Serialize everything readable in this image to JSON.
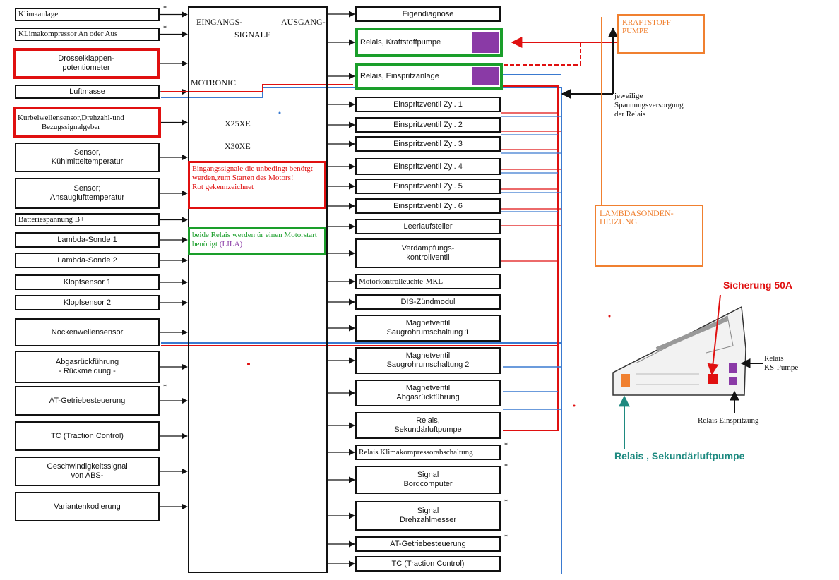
{
  "inputs": [
    {
      "label": "Klimaanlage",
      "star": true
    },
    {
      "label": "KLimakompressor An oder Aus",
      "star": true
    },
    {
      "label": "Drosselklappen-\npotentiometer"
    },
    {
      "label": "Luftmasse"
    },
    {
      "label": "Kurbelwellensensor,Drehzahl-und\nBezugssignalgeber"
    },
    {
      "label": "Sensor,\nKühlmitteltemperatur"
    },
    {
      "label": "Sensor;\nAnsauglufttemperatur"
    },
    {
      "label": "Batteriespannung B+"
    },
    {
      "label": "Lambda-Sonde 1"
    },
    {
      "label": "Lambda-Sonde 2"
    },
    {
      "label": "Klopfsensor 1"
    },
    {
      "label": "Klopfsensor 2"
    },
    {
      "label": "Nockenwellensensor"
    },
    {
      "label": "Abgasrückführung\n- Rückmeldung -"
    },
    {
      "label": "AT-Getriebesteuerung",
      "star": true
    },
    {
      "label": "TC (Traction Control)"
    },
    {
      "label": "Geschwindigkeitssignal\nvon ABS-"
    },
    {
      "label": "Variantenkodierung"
    }
  ],
  "outputs": [
    {
      "label": "Eigendiagnose"
    },
    {
      "label": "Relais, Kraftstoffpumpe"
    },
    {
      "label": "Relais, Einspritzanlage"
    },
    {
      "label": "Einspritzventil Zyl. 1"
    },
    {
      "label": "Einspritzventil Zyl. 2"
    },
    {
      "label": "Einspritzventil Zyl. 3"
    },
    {
      "label": "Einspritzventil Zyl. 4"
    },
    {
      "label": "Einspritzventil Zyl. 5"
    },
    {
      "label": "Einspritzventil Zyl. 6"
    },
    {
      "label": "Leerlaufsteller"
    },
    {
      "label": "Verdampfungs-\nkontrollventil"
    },
    {
      "label": "Motorkontrolleuchte-MKL"
    },
    {
      "label": "DIS-Zündmodul"
    },
    {
      "label": "Magnetventil\nSaugrohrumschaltung 1"
    },
    {
      "label": "Magnetventil\nSaugrohrumschaltung 2"
    },
    {
      "label": "Magnetventil\nAbgasrückführung"
    },
    {
      "label": "Relais,\nSekundärluftpumpe"
    },
    {
      "label": "Relais Klimakompressorabschaltung",
      "star": true
    },
    {
      "label": "Signal\nBordcomputer",
      "star": true
    },
    {
      "label": "Signal\nDrehzahlmesser",
      "star": true
    },
    {
      "label": "AT-Getriebesteuerung",
      "star": true
    },
    {
      "label": "TC (Traction Control)"
    }
  ],
  "central": {
    "header_left": "EINGANGS-",
    "header_right": "AUSGANG-",
    "header_sub": "SIGNALE",
    "name": "MOTRONIC",
    "engine1": "X25XE",
    "engine2": "X30XE"
  },
  "notes": {
    "red": "Eingangssignale die unbedingt benötgt werden,zum Starten des Motors!\nRot gekennzeichnet",
    "green_main": "beide Relais werden   ür einen Motorstart benötigt",
    "green_lila": "(LILA)"
  },
  "right": {
    "kraftstoffpumpe": "KRAFTSTOFF-\nPUMPE",
    "spannungsversorgung": "jeweilige\nSpannungsversorgung\nder Relais",
    "lambdasonden": "LAMBDASONDEN-\nHEIZUNG",
    "sicherung": "Sicherung 50A",
    "relais_ks": "Relais\nKS-Pumpe",
    "relais_einspritzung": "Relais Einspritzung",
    "relais_sekundaer": "Relais , Sekundärluftpumpe"
  },
  "colors": {
    "red": "#e01010",
    "green": "#1a9e2a",
    "lila": "#8a3aa6",
    "orange": "#f08030",
    "blue": "#3a7ad0",
    "teal": "#1e8a80"
  }
}
